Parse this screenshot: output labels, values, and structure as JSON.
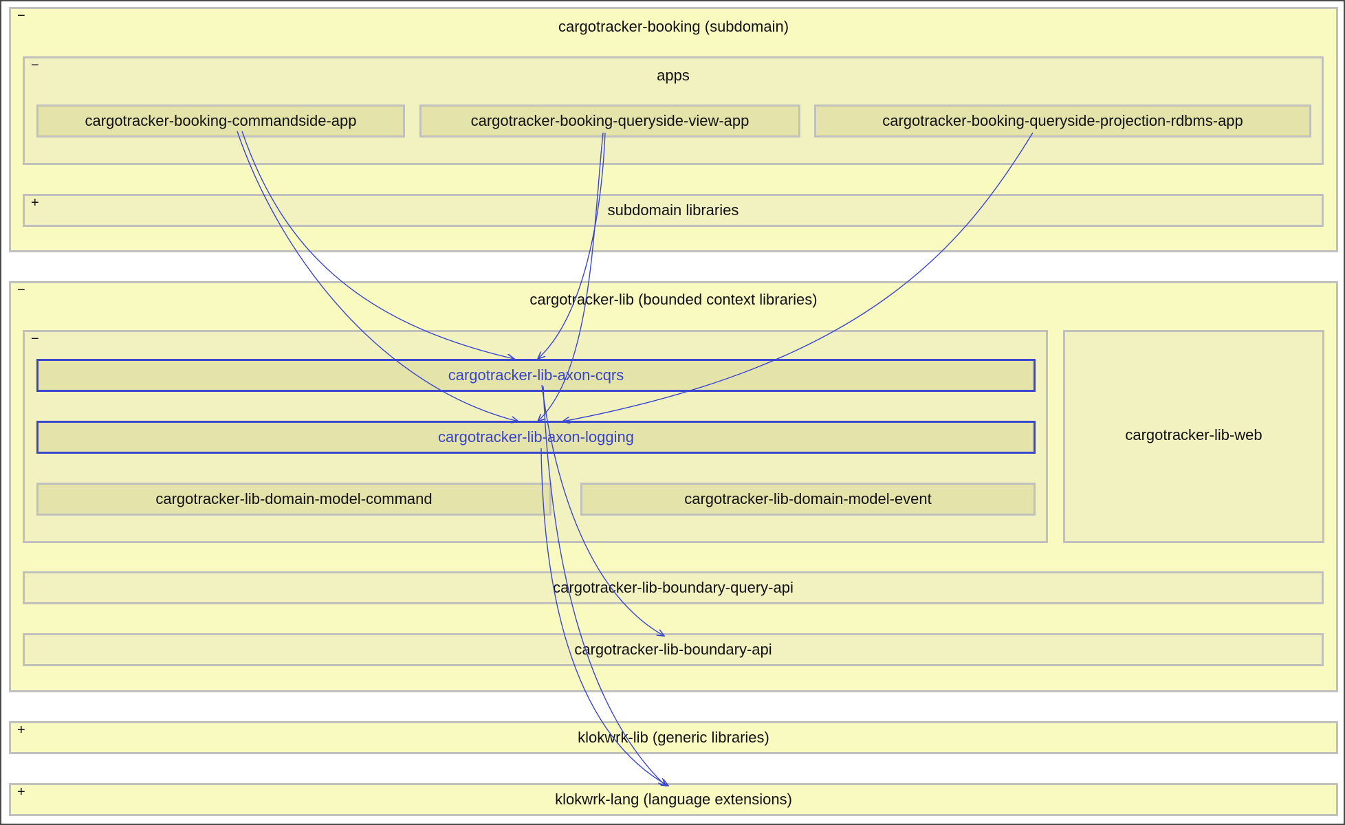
{
  "modules": {
    "booking": {
      "title": "cargotracker-booking (subdomain)",
      "toggle": "−"
    },
    "apps": {
      "title": "apps",
      "toggle": "−"
    },
    "commandside_app": {
      "title": "cargotracker-booking-commandside-app"
    },
    "queryside_view_app": {
      "title": "cargotracker-booking-queryside-view-app"
    },
    "queryside_projection_app": {
      "title": "cargotracker-booking-queryside-projection-rdbms-app"
    },
    "subdomain_libraries": {
      "title": "subdomain libraries",
      "toggle": "+"
    },
    "lib": {
      "title": "cargotracker-lib (bounded context libraries)",
      "toggle": "−"
    },
    "lib_group": {
      "title": "",
      "toggle": "−"
    },
    "axon_cqrs": {
      "title": "cargotracker-lib-axon-cqrs"
    },
    "axon_logging": {
      "title": "cargotracker-lib-axon-logging"
    },
    "domain_model_command": {
      "title": "cargotracker-lib-domain-model-command"
    },
    "domain_model_event": {
      "title": "cargotracker-lib-domain-model-event"
    },
    "lib_web": {
      "title": "cargotracker-lib-web"
    },
    "boundary_query_api": {
      "title": "cargotracker-lib-boundary-query-api"
    },
    "boundary_api": {
      "title": "cargotracker-lib-boundary-api"
    },
    "klokwrk_lib": {
      "title": "klokwrk-lib (generic libraries)",
      "toggle": "+"
    },
    "klokwrk_lang": {
      "title": "klokwrk-lang (language extensions)",
      "toggle": "+"
    }
  },
  "dependencies": [
    {
      "from": "cargotracker-booking-commandside-app",
      "to": "cargotracker-lib-axon-cqrs"
    },
    {
      "from": "cargotracker-booking-commandside-app",
      "to": "cargotracker-lib-axon-logging"
    },
    {
      "from": "cargotracker-booking-queryside-view-app",
      "to": "cargotracker-lib-axon-cqrs"
    },
    {
      "from": "cargotracker-booking-queryside-view-app",
      "to": "cargotracker-lib-axon-logging"
    },
    {
      "from": "cargotracker-booking-queryside-projection-rdbms-app",
      "to": "cargotracker-lib-axon-logging"
    },
    {
      "from": "cargotracker-lib-axon-cqrs",
      "to": "cargotracker-lib-boundary-api"
    },
    {
      "from": "cargotracker-lib-axon-cqrs",
      "to": "klokwrk-lang (language extensions)"
    },
    {
      "from": "cargotracker-lib-axon-logging",
      "to": "klokwrk-lang (language extensions)"
    }
  ],
  "colors": {
    "level1_fill": "#f8fac0",
    "level2_fill": "#f1f2bf",
    "level3_fill": "#e4e4aa",
    "box_border": "#c0c0bc",
    "selected_border": "#3b46cf",
    "selected_text": "#3a44c8",
    "arrow": "#3b46cf"
  }
}
